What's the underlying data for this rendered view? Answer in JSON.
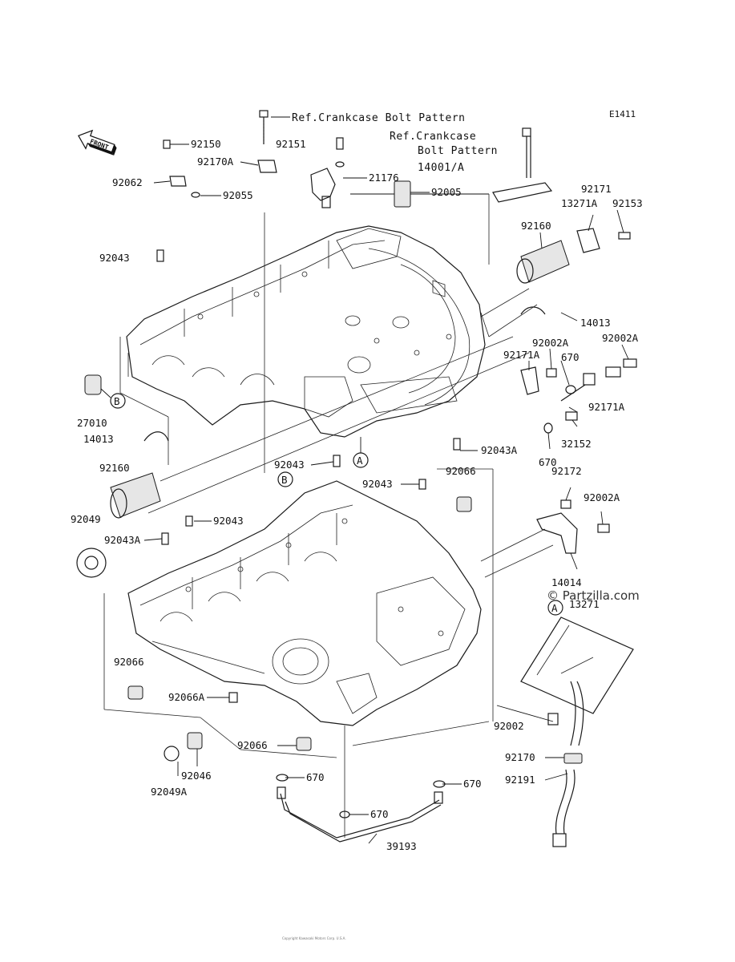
{
  "diagram_code": "E1411",
  "front_label": "FRONT",
  "refs": {
    "ref1": "Ref.Crankcase Bolt Pattern",
    "ref2_line1": "Ref.Crankcase",
    "ref2_line2": "Bolt Pattern",
    "ref2_line3": "14001/A"
  },
  "callouts": {
    "A": "A",
    "B": "B"
  },
  "watermark": "© Partzilla.com",
  "footer_text": "Copyright Kawasaki Motors Corp. U.S.A.",
  "parts": [
    {
      "id": "p_92150",
      "label": "92150"
    },
    {
      "id": "p_92151",
      "label": "92151"
    },
    {
      "id": "p_92170A",
      "label": "92170A"
    },
    {
      "id": "p_92062",
      "label": "92062"
    },
    {
      "id": "p_92055",
      "label": "92055"
    },
    {
      "id": "p_21176",
      "label": "21176"
    },
    {
      "id": "p_92005",
      "label": "92005"
    },
    {
      "id": "p_92171",
      "label": "92171"
    },
    {
      "id": "p_13271A",
      "label": "13271A"
    },
    {
      "id": "p_92153",
      "label": "92153"
    },
    {
      "id": "p_92160a",
      "label": "92160"
    },
    {
      "id": "p_92043a",
      "label": "92043"
    },
    {
      "id": "p_14013a",
      "label": "14013"
    },
    {
      "id": "p_92002Aa",
      "label": "92002A"
    },
    {
      "id": "p_92002Ab",
      "label": "92002A"
    },
    {
      "id": "p_92171Aa",
      "label": "92171A"
    },
    {
      "id": "p_670a",
      "label": "670"
    },
    {
      "id": "p_27010",
      "label": "27010"
    },
    {
      "id": "p_14013b",
      "label": "14013"
    },
    {
      "id": "p_92171Ab",
      "label": "92171A"
    },
    {
      "id": "p_32152",
      "label": "32152"
    },
    {
      "id": "p_92043Aa",
      "label": "92043A"
    },
    {
      "id": "p_670b",
      "label": "670"
    },
    {
      "id": "p_92043b",
      "label": "92043"
    },
    {
      "id": "p_92043c",
      "label": "92043"
    },
    {
      "id": "p_92066a",
      "label": "92066"
    },
    {
      "id": "p_92172",
      "label": "92172"
    },
    {
      "id": "p_92160b",
      "label": "92160"
    },
    {
      "id": "p_92002Ac",
      "label": "92002A"
    },
    {
      "id": "p_92049",
      "label": "92049"
    },
    {
      "id": "p_92043d",
      "label": "92043"
    },
    {
      "id": "p_92043Ab",
      "label": "92043A"
    },
    {
      "id": "p_14014",
      "label": "14014"
    },
    {
      "id": "p_13271",
      "label": "13271"
    },
    {
      "id": "p_92066b",
      "label": "92066"
    },
    {
      "id": "p_92066A",
      "label": "92066A"
    },
    {
      "id": "p_92002",
      "label": "92002"
    },
    {
      "id": "p_92066c",
      "label": "92066"
    },
    {
      "id": "p_92170",
      "label": "92170"
    },
    {
      "id": "p_92046",
      "label": "92046"
    },
    {
      "id": "p_92191",
      "label": "92191"
    },
    {
      "id": "p_92049A",
      "label": "92049A"
    },
    {
      "id": "p_670c",
      "label": "670"
    },
    {
      "id": "p_670d",
      "label": "670"
    },
    {
      "id": "p_670e",
      "label": "670"
    },
    {
      "id": "p_39193",
      "label": "39193"
    }
  ]
}
